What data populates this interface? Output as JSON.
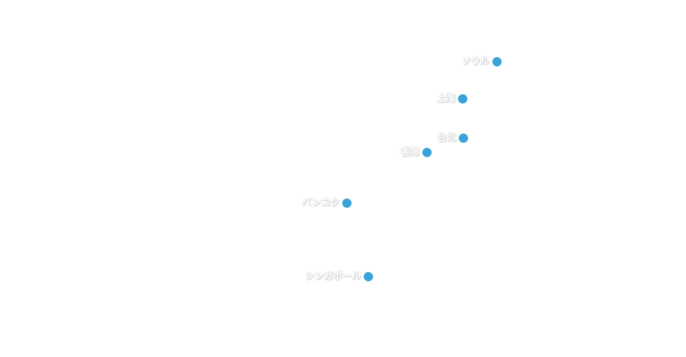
{
  "map": {
    "marker_color": "#3aa3d6",
    "cities": [
      {
        "id": "seoul",
        "name": "ソウル"
      },
      {
        "id": "shanghai",
        "name": "上海"
      },
      {
        "id": "taipei",
        "name": "台北"
      },
      {
        "id": "hongkong",
        "name": "香港"
      },
      {
        "id": "bangkok",
        "name": "バンコク"
      },
      {
        "id": "singapore",
        "name": "シンガポール"
      }
    ]
  }
}
